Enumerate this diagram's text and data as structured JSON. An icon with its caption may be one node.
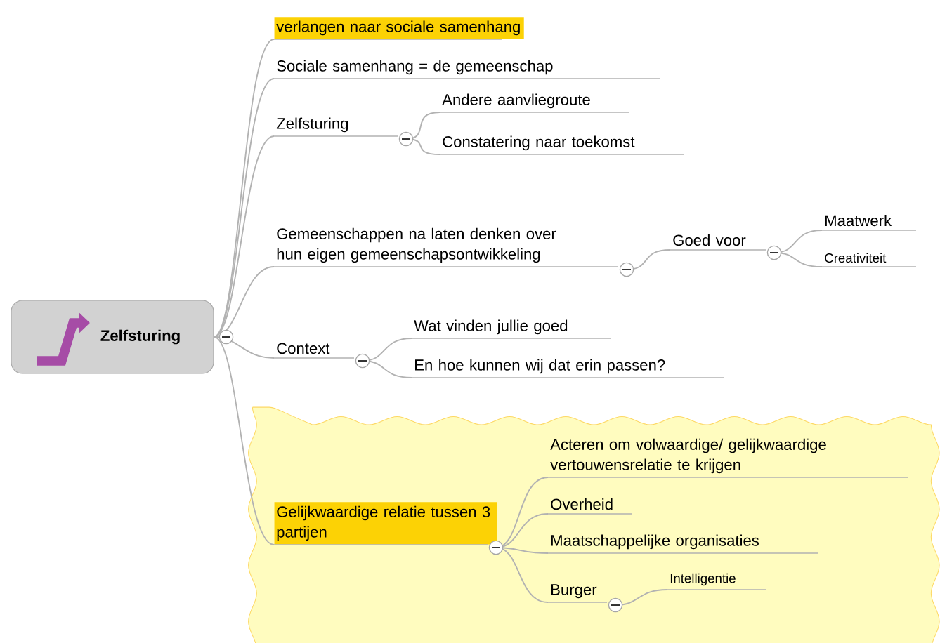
{
  "diagram": {
    "nodes": [
      {
        "text": [
          "Zelfsturing"
        ]
      },
      {
        "text": [
          "verlangen naar sociale samenhang"
        ]
      },
      {
        "text": [
          "Sociale samenhang = de gemeenschap"
        ]
      },
      {
        "text": [
          "Zelfsturing"
        ]
      },
      {
        "text": [
          "Andere aanvliegroute"
        ]
      },
      {
        "text": [
          "Constatering naar toekomst"
        ]
      },
      {
        "text": [
          "Gemeenschappen na laten denken over hun eigen gemeenschapsontwikkeling"
        ]
      },
      {
        "text": [
          "Goed voor"
        ]
      },
      {
        "text": [
          "Maatwerk"
        ]
      },
      {
        "text": [
          "Creativiteit"
        ]
      },
      {
        "text": [
          "Context"
        ]
      },
      {
        "text": [
          "Wat vinden jullie goed"
        ]
      },
      {
        "text": [
          "En hoe kunnen wij dat erin passen?"
        ]
      },
      {
        "text": [],
        "shape": "cloud"
      },
      {
        "text": [
          "Gelijkwaardige relatie tussen 3 partijen"
        ],
        "in": 13
      },
      {
        "text": [
          "Acteren om volwaardige/ gelijkwaardige vertouwensrelatie te krijgen"
        ],
        "in": 13
      },
      {
        "text": [
          "Overheid"
        ],
        "in": 13
      },
      {
        "text": [
          "Maatschappelijke organisaties"
        ],
        "in": 13
      },
      {
        "text": [
          "Burger"
        ],
        "in": 13
      },
      {
        "text": [
          "Intelligentie"
        ],
        "in": 13
      }
    ],
    "edges": [
      {
        "from": 0,
        "to": 1,
        "arrow": "none"
      },
      {
        "from": 0,
        "to": 2,
        "arrow": "none"
      },
      {
        "from": 0,
        "to": 3,
        "arrow": "none"
      },
      {
        "from": 3,
        "to": 4,
        "arrow": "none"
      },
      {
        "from": 3,
        "to": 5,
        "arrow": "none"
      },
      {
        "from": 0,
        "to": 6,
        "arrow": "none"
      },
      {
        "from": 6,
        "to": 7,
        "arrow": "none"
      },
      {
        "from": 7,
        "to": 8,
        "arrow": "none"
      },
      {
        "from": 7,
        "to": 9,
        "arrow": "none"
      },
      {
        "from": 0,
        "to": 10,
        "arrow": "none"
      },
      {
        "from": 10,
        "to": 11,
        "arrow": "none"
      },
      {
        "from": 10,
        "to": 12,
        "arrow": "none"
      },
      {
        "from": 0,
        "to": 14,
        "arrow": "none"
      },
      {
        "from": 14,
        "to": 15,
        "arrow": "none"
      },
      {
        "from": 14,
        "to": 16,
        "arrow": "none"
      },
      {
        "from": 14,
        "to": 17,
        "arrow": "none"
      },
      {
        "from": 14,
        "to": 18,
        "arrow": "none"
      },
      {
        "from": 18,
        "to": 19,
        "arrow": "none"
      }
    ]
  }
}
